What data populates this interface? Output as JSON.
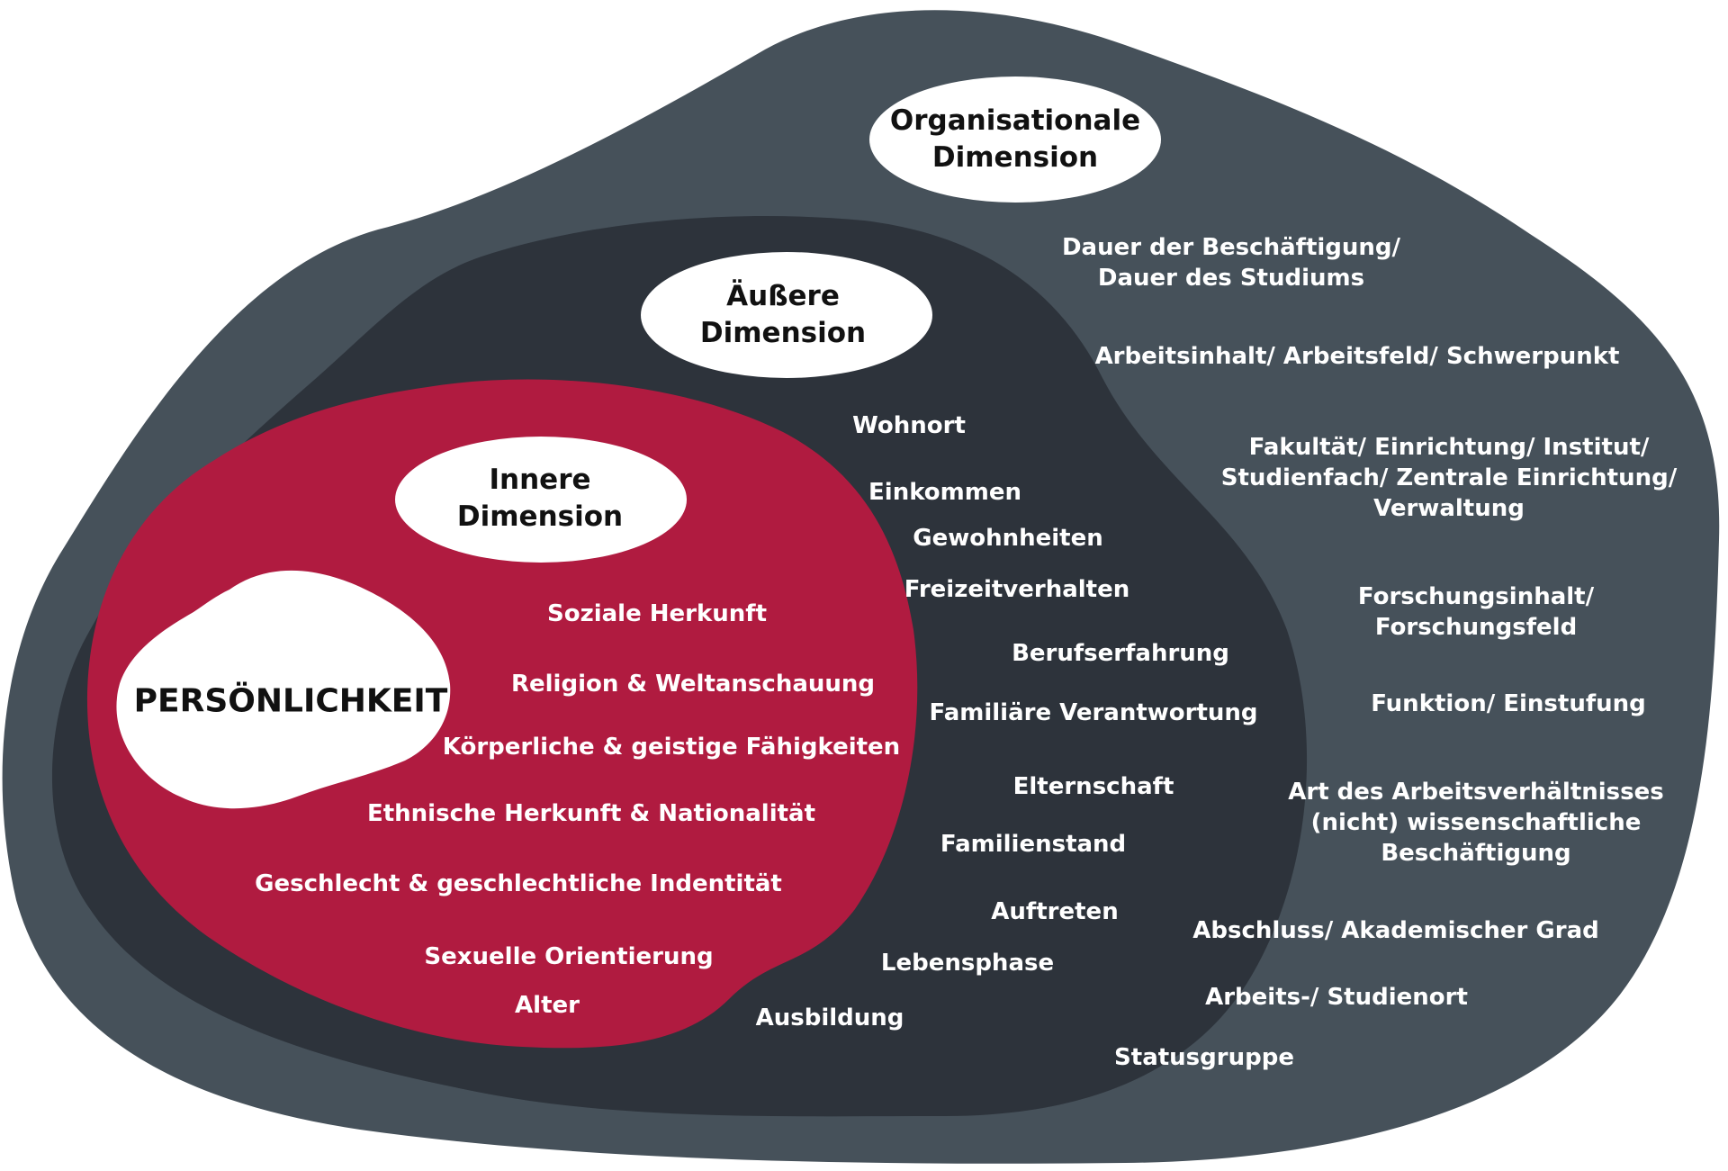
{
  "colors": {
    "organisational": "#46515a",
    "aeussere": "#2d333b",
    "innere": "#b01b40",
    "label_bubble": "#ffffff"
  },
  "personality": "PERSÖNLICHKEIT",
  "innere": {
    "title": [
      "Innere",
      "Dimension"
    ],
    "items": [
      "Soziale Herkunft",
      "Religion & Weltanschauung",
      "Körperliche & geistige Fähigkeiten",
      "Ethnische Herkunft & Nationalität",
      "Geschlecht & geschlechtliche Indentität",
      "Sexuelle Orientierung",
      "Alter"
    ]
  },
  "aeussere": {
    "title": [
      "Äußere",
      "Dimension"
    ],
    "items": [
      "Wohnort",
      "Einkommen",
      "Gewohnheiten",
      "Freizeitverhalten",
      "Berufserfahrung",
      "Familiäre Verantwortung",
      "Elternschaft",
      "Familienstand",
      "Auftreten",
      "Lebensphase",
      "Ausbildung"
    ]
  },
  "organisationale": {
    "title": [
      "Organisationale",
      "Dimension"
    ],
    "items": [
      [
        "Dauer der Beschäftigung/",
        "Dauer des Studiums"
      ],
      [
        "Arbeitsinhalt/ Arbeitsfeld/ Schwerpunkt"
      ],
      [
        "Fakultät/ Einrichtung/ Institut/",
        "Studienfach/ Zentrale Einrichtung/",
        "Verwaltung"
      ],
      [
        "Forschungsinhalt/",
        "Forschungsfeld"
      ],
      [
        "Funktion/ Einstufung"
      ],
      [
        "Art des Arbeitsverhältnisses",
        "(nicht) wissenschaftliche",
        "Beschäftigung"
      ],
      [
        "Abschluss/ Akademischer Grad"
      ],
      [
        "Arbeits-/ Studienort"
      ],
      [
        "Statusgruppe"
      ]
    ]
  }
}
